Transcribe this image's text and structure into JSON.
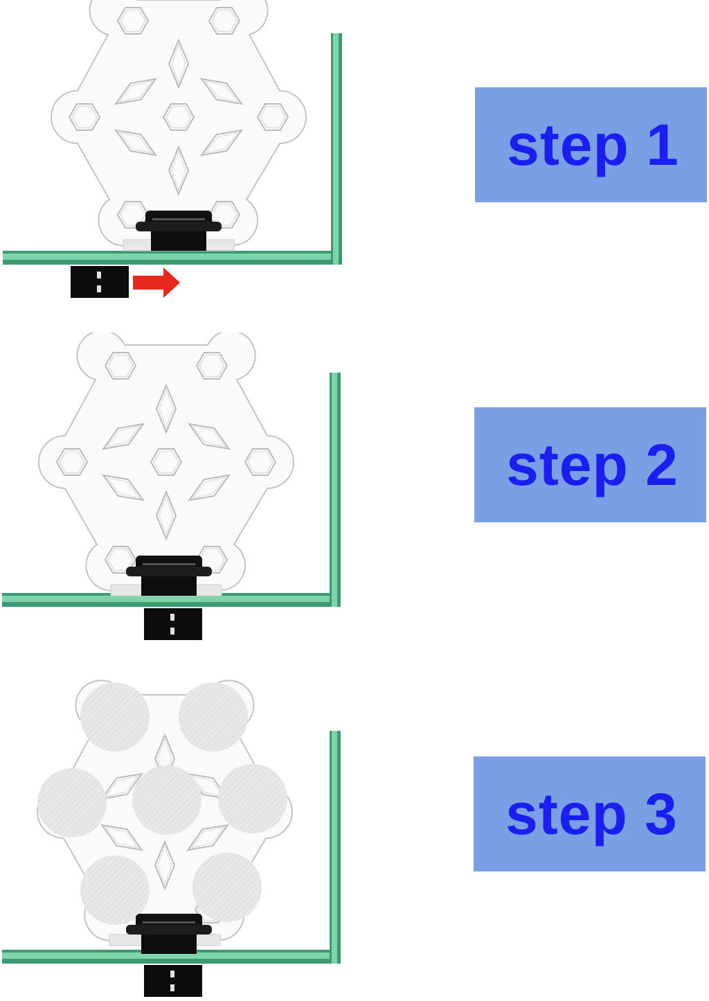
{
  "steps": [
    {
      "label": "step 1",
      "action": "slide-clamp-right",
      "pads_attached": false
    },
    {
      "label": "step 2",
      "action": "clamp-under-base",
      "pads_attached": false
    },
    {
      "label": "step 3",
      "action": "attach-filter-pads",
      "pads_attached": true
    }
  ],
  "colors": {
    "label_background": "#7a9fe3",
    "label_text": "#1a1ef0",
    "glass_edge": "#3c9a73",
    "arrow": "#e8291e",
    "clamp": "#111111",
    "pad": "#e6e6e6"
  },
  "icons": {
    "plate": "snowflake-acrylic-plate",
    "clamp": "suction-clamp",
    "arrow": "right-arrow-icon",
    "pad": "sponge-pad"
  }
}
